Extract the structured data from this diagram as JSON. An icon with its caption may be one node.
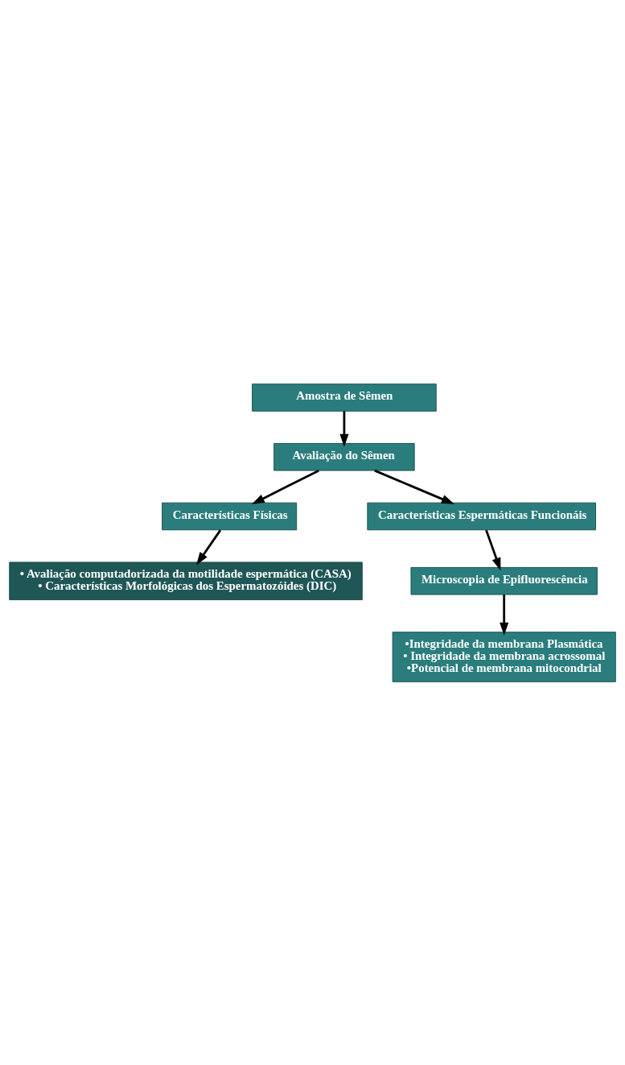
{
  "diagram": {
    "nodes": [
      {
        "text": [
          "Amostra de Sêmen"
        ]
      },
      {
        "text": [
          "Avaliação do Sêmen"
        ]
      },
      {
        "text": [
          "Características Físicas"
        ]
      },
      {
        "text": [
          "Características Espermáticas Funcionáis"
        ]
      },
      {
        "text": [
          "• Avaliação computadorizada da motilidade espermática (CASA)",
          "• Características Morfológicas dos Espermatozóides (DIC)"
        ]
      },
      {
        "text": [
          "Microscopia de Epifluorescência"
        ]
      },
      {
        "text": [
          "•Integridade da membrana Plasmática",
          "• Integridade da membrana acrossomal",
          "•Potencial de membrana mitocondrial"
        ]
      }
    ],
    "edges": [
      {
        "from": 0,
        "to": 1,
        "arrow": "to"
      },
      {
        "from": 1,
        "to": 2,
        "arrow": "to"
      },
      {
        "from": 1,
        "to": 3,
        "arrow": "to"
      },
      {
        "from": 2,
        "to": 4,
        "arrow": "to"
      },
      {
        "from": 3,
        "to": 5,
        "arrow": "to"
      },
      {
        "from": 5,
        "to": 6,
        "arrow": "to"
      }
    ]
  }
}
